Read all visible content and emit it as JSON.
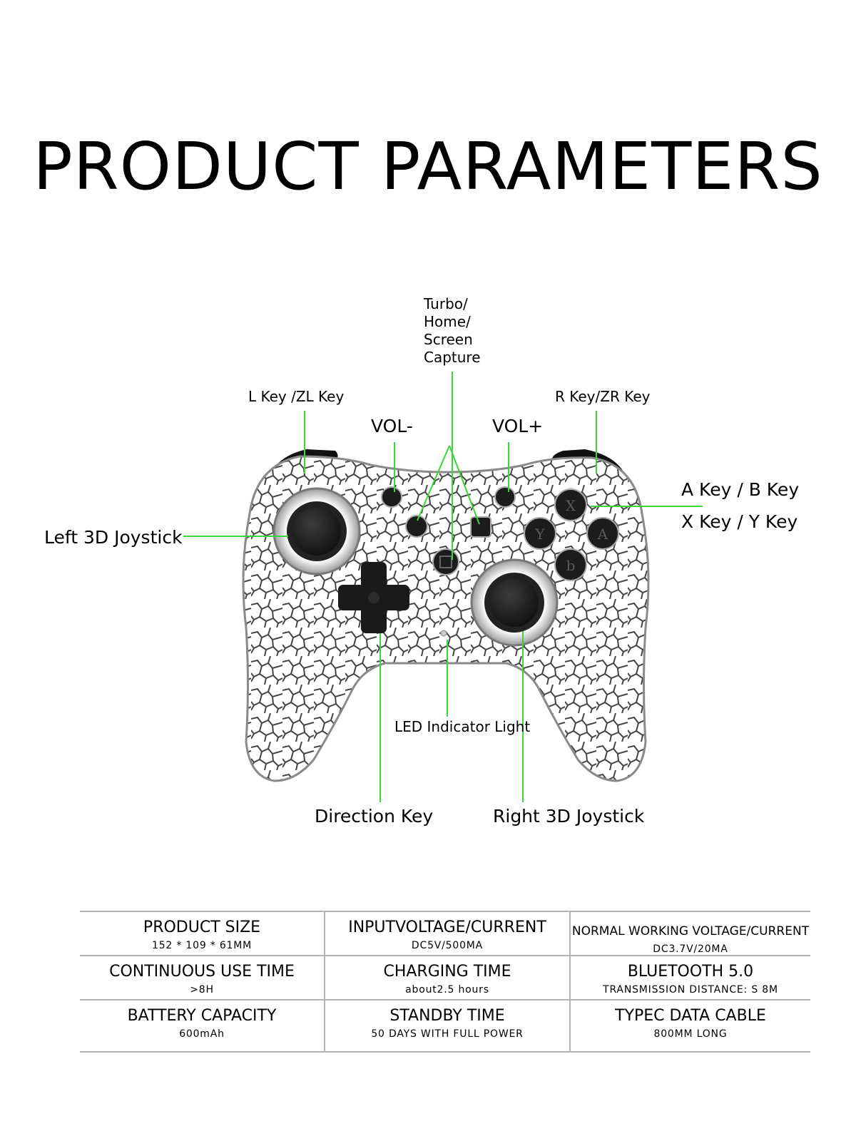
{
  "title": "PRODUCT PARAMETERS",
  "colors": {
    "callout": "#3ad63a",
    "text": "#000000",
    "shell": "#ffffff",
    "cracks": "#3a3a3a",
    "buttons": "#1c1c1c"
  },
  "callouts": {
    "turbo_home_capture": [
      "Turbo/",
      "Home/",
      "Screen",
      "Capture"
    ],
    "l_zl": "L Key /ZL Key",
    "r_zr": "R Key/ZR Key",
    "vol_minus": "VOL-",
    "vol_plus": "VOL+",
    "a_b": "A Key / B Key",
    "x_y": "X Key / Y Key",
    "left_joystick": "Left 3D Joystick",
    "led": "LED Indicator Light",
    "direction": "Direction Key",
    "right_joystick": "Right 3D Joystick"
  },
  "face_buttons": {
    "x": "X",
    "y": "Y",
    "a": "A",
    "b": "b"
  },
  "specs": [
    [
      {
        "label": "PRODUCT SIZE",
        "value": "152 * 109 * 61MM"
      },
      {
        "label": "INPUTVOLTAGE/CURRENT",
        "value": "DC5V/500MA"
      },
      {
        "label": "NORMAL WORKING VOLTAGE/CURRENT",
        "value": "DC3.7V/20MA"
      }
    ],
    [
      {
        "label": "CONTINUOUS USE TIME",
        "value": ">8H"
      },
      {
        "label": "CHARGING TIME",
        "value": "about2.5 hours"
      },
      {
        "label": "BLUETOOTH 5.0",
        "value": "TRANSMISSION DISTANCE: S 8M"
      }
    ],
    [
      {
        "label": "BATTERY CAPACITY",
        "value": "600mAh"
      },
      {
        "label": "STANDBY TIME",
        "value": "50 DAYS WITH FULL POWER"
      },
      {
        "label": "TYPEC DATA CABLE",
        "value": "800MM LONG"
      }
    ]
  ]
}
